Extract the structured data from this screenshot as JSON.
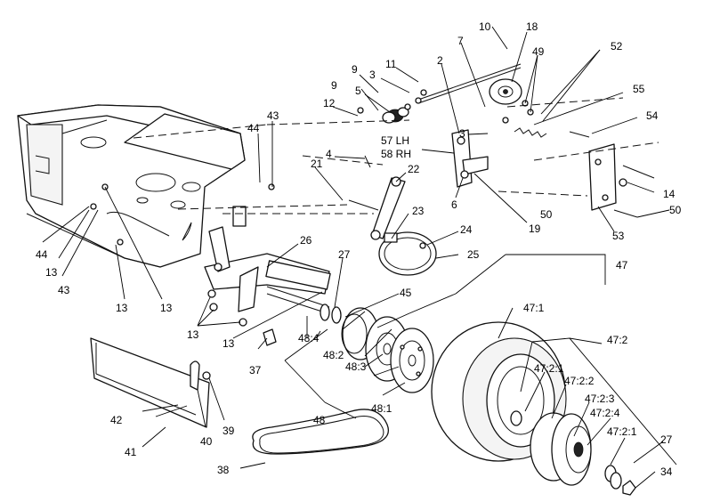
{
  "diagram": {
    "callouts": [
      "10",
      "18",
      "7",
      "49",
      "52",
      "9",
      "3",
      "11",
      "2",
      "55",
      "5",
      "9",
      "12",
      "54",
      "57 LH",
      "58 RH",
      "3",
      "44",
      "43",
      "4",
      "21",
      "22",
      "14",
      "50",
      "6",
      "19",
      "50",
      "53",
      "23",
      "24",
      "26",
      "25",
      "27",
      "45",
      "47",
      "13",
      "13",
      "13",
      "13",
      "43",
      "44",
      "13",
      "47:1",
      "47:2",
      "48:4",
      "48:2",
      "48:3",
      "48:1",
      "48",
      "37",
      "47:2:1",
      "47:2:2",
      "47:2:3",
      "47:2:4",
      "47:2:1",
      "27",
      "34",
      "42",
      "40",
      "39",
      "41",
      "38"
    ]
  },
  "colors": {
    "stroke": "#111111",
    "background": "#ffffff"
  }
}
